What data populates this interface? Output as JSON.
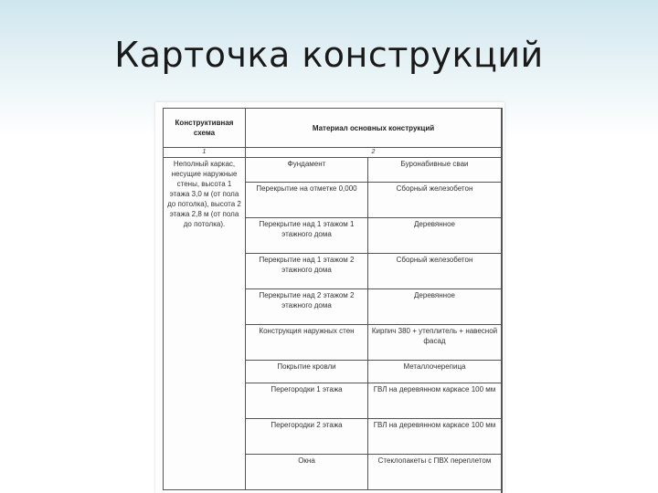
{
  "title": "Карточка конструкций",
  "table": {
    "header": {
      "col1": "Конструктивная схема",
      "col2": "Материал основных конструкций"
    },
    "numbers": {
      "col1": "1",
      "col2": "2"
    },
    "scheme": "Неполный каркас, несущие наружные стены, высота 1 этажа 3,0 м (от пола до потолка), высота 2 этажа 2,8 м (от пола до потолка).",
    "rows": [
      {
        "element": "Фундамент",
        "material": "Буронабивные сваи"
      },
      {
        "element": "Перекрытие на отметке 0,000",
        "material": "Сборный железобетон"
      },
      {
        "element": "Перекрытие над 1 этажом 1 этажного дома",
        "material": "Деревянное"
      },
      {
        "element": "Перекрытие над 1 этажом 2 этажного дома",
        "material": "Сборный железобетон"
      },
      {
        "element": "Перекрытие над 2 этажом 2 этажного дома",
        "material": "Деревянное"
      },
      {
        "element": "Конструкция наружных стен",
        "material": "Кирпич 380 + утеплитель + навесной фасад"
      },
      {
        "element": "Покрытие кровли",
        "material": "Металлочерепица"
      },
      {
        "element": "Перегородки 1 этажа",
        "material": "ГВЛ на деревянном каркасе 100 мм"
      },
      {
        "element": "Перегородки 2 этажа",
        "material": "ГВЛ на деревянном каркасе 100 мм"
      },
      {
        "element": "Окна",
        "material": "Стеклопакеты с ПВХ переплетом"
      }
    ]
  }
}
